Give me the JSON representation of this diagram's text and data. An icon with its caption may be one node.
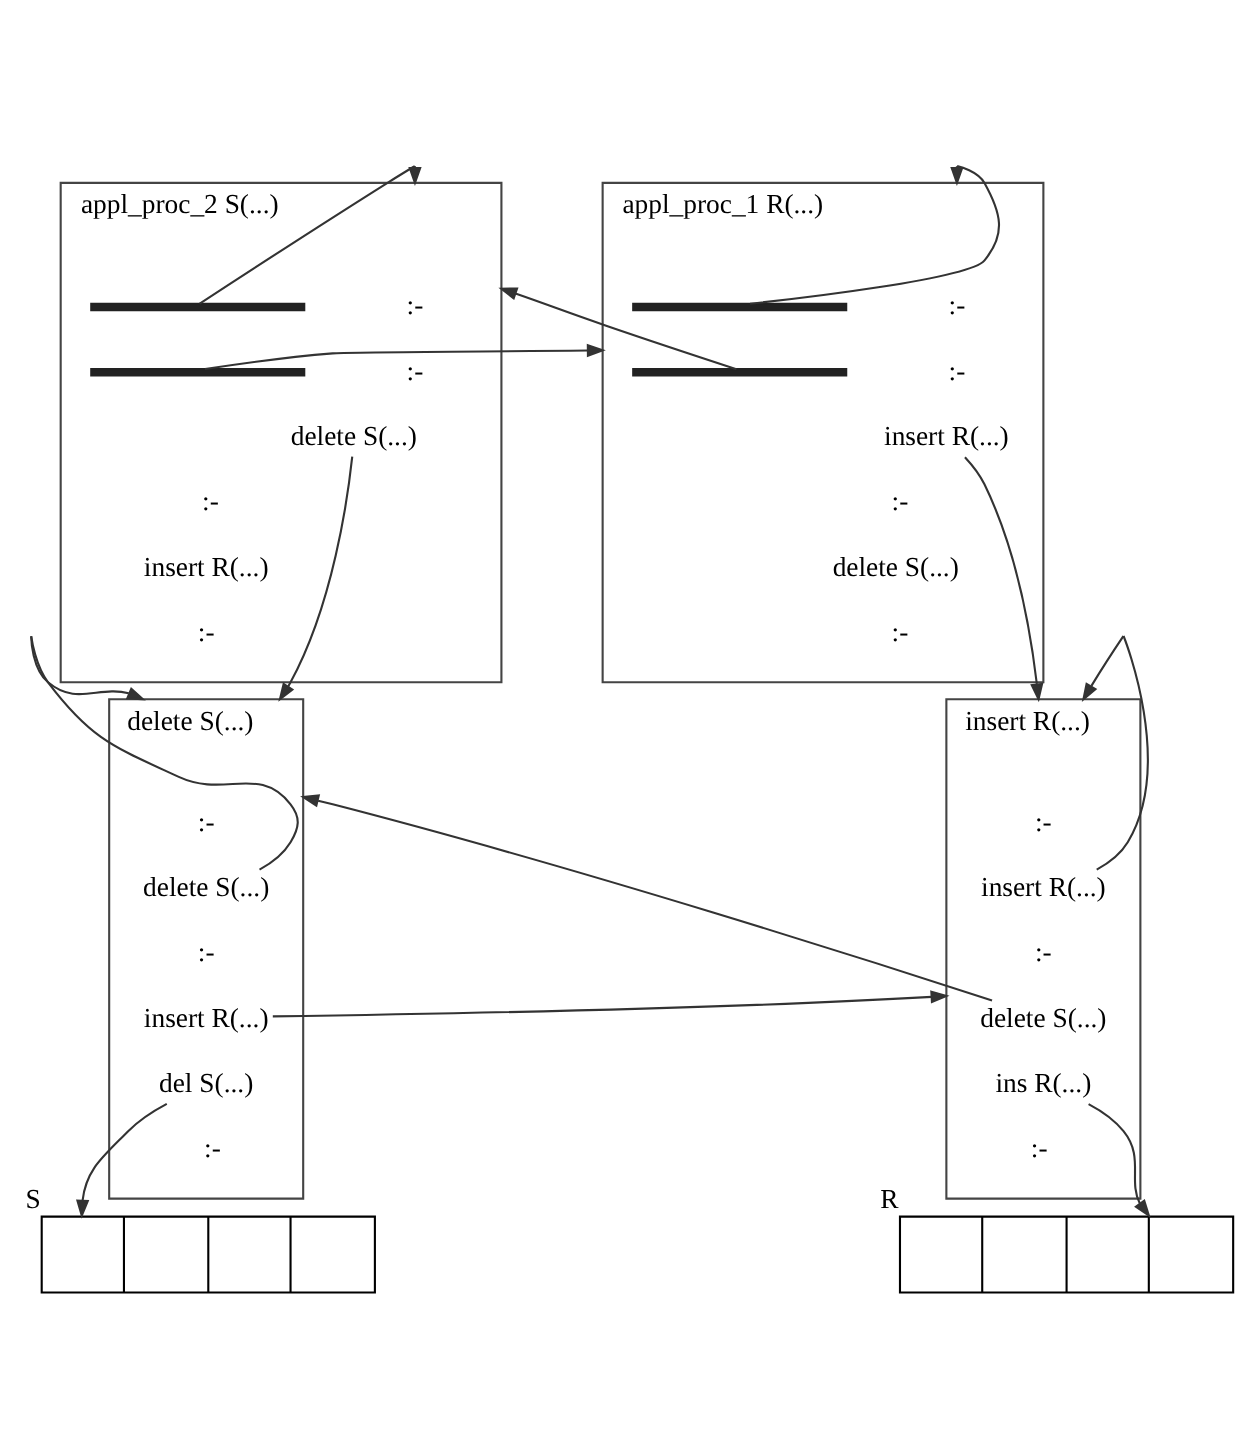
{
  "diagram": {
    "nodes": [
      {
        "text": [
          "appl_proc_1 R(...)"
        ]
      },
      {
        "text": [],
        "shape": "bar",
        "in": 0
      },
      {
        "text": [],
        "shape": "bar",
        "in": 0
      },
      {
        "text": [
          "insert R(...)"
        ],
        "in": 0
      },
      {
        "text": [
          "delete S(...)"
        ],
        "in": 0
      },
      {
        "text": [
          "appl_proc_2 S(...)"
        ]
      },
      {
        "text": [],
        "shape": "bar",
        "in": 5
      },
      {
        "text": [],
        "shape": "bar",
        "in": 5
      },
      {
        "text": [
          "delete S(...)"
        ],
        "in": 5
      },
      {
        "text": [
          "insert R(...)"
        ],
        "in": 5
      },
      {
        "text": [
          "insert R(...)"
        ]
      },
      {
        "text": [
          "insert R(...)"
        ],
        "in": 10
      },
      {
        "text": [
          "delete S(...)"
        ],
        "in": 10
      },
      {
        "text": [
          "ins R(...)"
        ],
        "in": 10
      },
      {
        "text": [
          "delete S(...)"
        ]
      },
      {
        "text": [
          "delete S(...)"
        ],
        "in": 14
      },
      {
        "text": [
          "insert R(...)"
        ],
        "in": 14
      },
      {
        "text": [
          "del S(...)"
        ],
        "in": 14
      },
      {
        "text": [],
        "shape": "box",
        "beside": [
          "R"
        ]
      },
      {
        "text": [],
        "shape": "box",
        "beside": [
          "S"
        ]
      }
    ],
    "edges": [
      {
        "from": 1,
        "to": 0,
        "arrow": "to"
      },
      {
        "from": 2,
        "to": 5,
        "arrow": "to"
      },
      {
        "from": 6,
        "to": 5,
        "arrow": "to"
      },
      {
        "from": 7,
        "to": 0,
        "arrow": "to"
      },
      {
        "from": 3,
        "to": 10,
        "arrow": "to"
      },
      {
        "from": 8,
        "to": 14,
        "arrow": "to"
      },
      {
        "from": 11,
        "to": 10,
        "arrow": "to"
      },
      {
        "from": 12,
        "to": 14,
        "arrow": "to"
      },
      {
        "from": 13,
        "to": 18,
        "arrow": "to"
      },
      {
        "from": 15,
        "to": 14,
        "arrow": "to"
      },
      {
        "from": 16,
        "to": 10,
        "arrow": "to"
      },
      {
        "from": 17,
        "to": 19,
        "arrow": "to"
      }
    ],
    "labels": [
      ":-",
      ":-",
      ":-",
      ":-",
      ":-",
      ":-",
      ":-",
      ":-",
      ":-",
      ":-",
      ":-",
      ":-",
      ":-",
      ":-"
    ]
  }
}
